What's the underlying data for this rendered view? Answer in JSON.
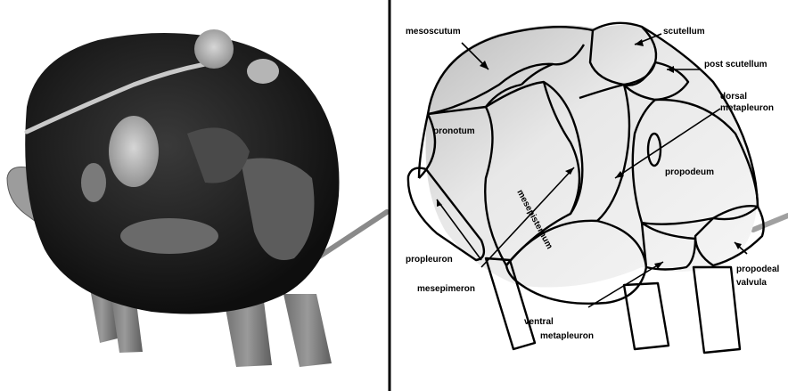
{
  "figure": {
    "labels": {
      "mesoscutum": "mesoscutum",
      "scutellum": "scutellum",
      "post_scutellum": "post scutellum",
      "dorsal_metapleuron_1": "dorsal",
      "dorsal_metapleuron_2": "metapleuron",
      "pronotum": "pronotum",
      "mesepisternum": "mesepisternum",
      "propodeum": "propodeum",
      "propleuron": "propleuron",
      "mesepimeron": "mesepimeron",
      "ventral_metapleuron_1": "ventral",
      "ventral_metapleuron_2": "metapleuron",
      "propodeal_valvula_1": "propodeal",
      "propodeal_valvula_2": "valvula"
    }
  }
}
